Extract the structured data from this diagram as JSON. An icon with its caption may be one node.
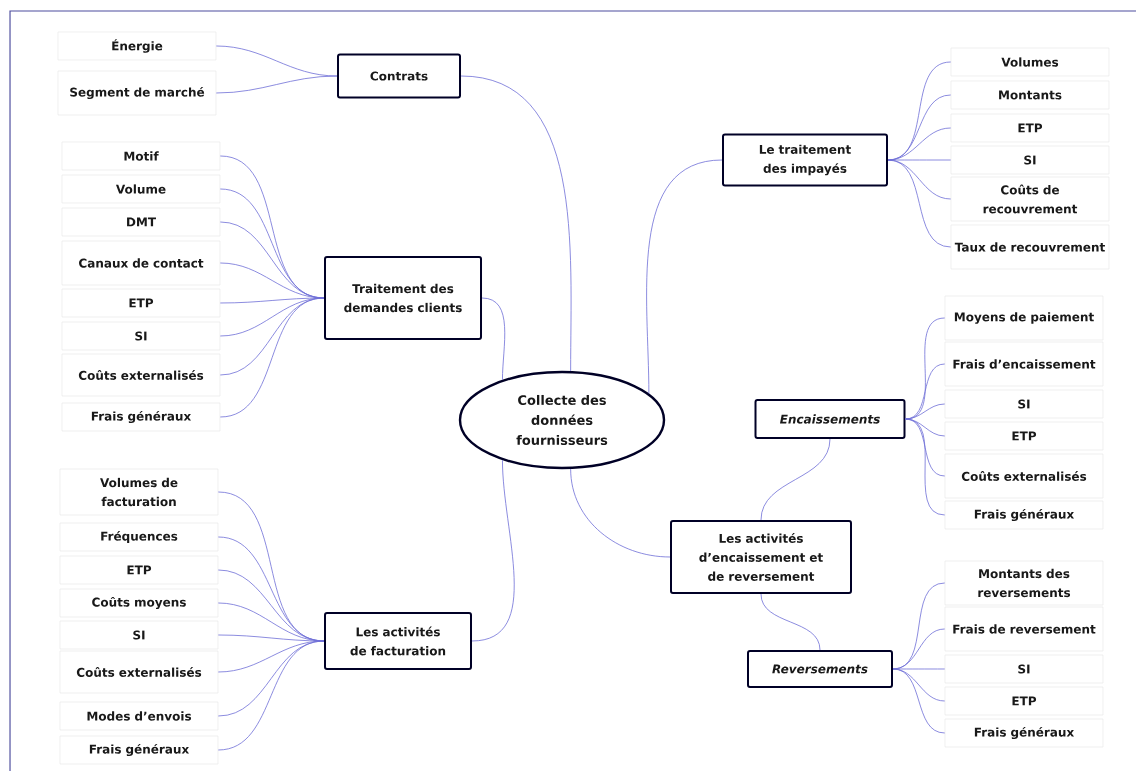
{
  "diagram": {
    "nodes": [
      {
        "text": [
          "Collecte des données fournisseurs"
        ]
      },
      {
        "text": [
          "Contrats"
        ]
      },
      {
        "text": [
          "Énergie"
        ]
      },
      {
        "text": [
          "Segment de marché"
        ]
      },
      {
        "text": [
          "Traitement des demandes clients"
        ]
      },
      {
        "text": [
          "Motif"
        ]
      },
      {
        "text": [
          "Volume"
        ]
      },
      {
        "text": [
          "DMT"
        ]
      },
      {
        "text": [
          "Canaux de contact"
        ]
      },
      {
        "text": [
          "ETP"
        ]
      },
      {
        "text": [
          "SI"
        ]
      },
      {
        "text": [
          "Coûts externalisés"
        ]
      },
      {
        "text": [
          "Frais généraux"
        ]
      },
      {
        "text": [
          "Les activités de facturation"
        ]
      },
      {
        "text": [
          "Volumes de facturation"
        ]
      },
      {
        "text": [
          "Fréquences"
        ]
      },
      {
        "text": [
          "ETP"
        ]
      },
      {
        "text": [
          "Coûts moyens"
        ]
      },
      {
        "text": [
          "SI"
        ]
      },
      {
        "text": [
          "Coûts externalisés"
        ]
      },
      {
        "text": [
          "Modes d’envois"
        ]
      },
      {
        "text": [
          "Frais généraux"
        ]
      },
      {
        "text": [
          "Le traitement des impayés"
        ]
      },
      {
        "text": [
          "Volumes"
        ]
      },
      {
        "text": [
          "Montants"
        ]
      },
      {
        "text": [
          "ETP"
        ]
      },
      {
        "text": [
          "SI"
        ]
      },
      {
        "text": [
          "Coûts de recouvrement"
        ]
      },
      {
        "text": [
          "Taux de recouvrement"
        ]
      },
      {
        "text": [
          "Les activités d’encaissement et de reversement"
        ]
      },
      {
        "text": [
          "Encaissements"
        ]
      },
      {
        "text": [
          "Moyens de paiement"
        ]
      },
      {
        "text": [
          "Frais d’encaissement"
        ]
      },
      {
        "text": [
          "SI"
        ]
      },
      {
        "text": [
          "ETP"
        ]
      },
      {
        "text": [
          "Coûts externalisés"
        ]
      },
      {
        "text": [
          "Frais généraux"
        ]
      },
      {
        "text": [
          "Reversements"
        ]
      },
      {
        "text": [
          "Montants des reversements"
        ]
      },
      {
        "text": [
          "Frais de reversement"
        ]
      },
      {
        "text": [
          "SI"
        ]
      },
      {
        "text": [
          "ETP"
        ]
      },
      {
        "text": [
          "Frais généraux"
        ]
      }
    ],
    "edges": [
      {
        "from": 0,
        "to": 1,
        "arrow": "none"
      },
      {
        "from": 0,
        "to": 4,
        "arrow": "none"
      },
      {
        "from": 0,
        "to": 13,
        "arrow": "none"
      },
      {
        "from": 0,
        "to": 22,
        "arrow": "none"
      },
      {
        "from": 0,
        "to": 29,
        "arrow": "none"
      },
      {
        "from": 1,
        "to": 2,
        "arrow": "none"
      },
      {
        "from": 1,
        "to": 3,
        "arrow": "none"
      },
      {
        "from": 4,
        "to": 5,
        "arrow": "none"
      },
      {
        "from": 4,
        "to": 6,
        "arrow": "none"
      },
      {
        "from": 4,
        "to": 7,
        "arrow": "none"
      },
      {
        "from": 4,
        "to": 8,
        "arrow": "none"
      },
      {
        "from": 4,
        "to": 9,
        "arrow": "none"
      },
      {
        "from": 4,
        "to": 10,
        "arrow": "none"
      },
      {
        "from": 4,
        "to": 11,
        "arrow": "none"
      },
      {
        "from": 4,
        "to": 12,
        "arrow": "none"
      },
      {
        "from": 13,
        "to": 14,
        "arrow": "none"
      },
      {
        "from": 13,
        "to": 15,
        "arrow": "none"
      },
      {
        "from": 13,
        "to": 16,
        "arrow": "none"
      },
      {
        "from": 13,
        "to": 17,
        "arrow": "none"
      },
      {
        "from": 13,
        "to": 18,
        "arrow": "none"
      },
      {
        "from": 13,
        "to": 19,
        "arrow": "none"
      },
      {
        "from": 13,
        "to": 20,
        "arrow": "none"
      },
      {
        "from": 13,
        "to": 21,
        "arrow": "none"
      },
      {
        "from": 22,
        "to": 23,
        "arrow": "none"
      },
      {
        "from": 22,
        "to": 24,
        "arrow": "none"
      },
      {
        "from": 22,
        "to": 25,
        "arrow": "none"
      },
      {
        "from": 22,
        "to": 26,
        "arrow": "none"
      },
      {
        "from": 22,
        "to": 27,
        "arrow": "none"
      },
      {
        "from": 22,
        "to": 28,
        "arrow": "none"
      },
      {
        "from": 29,
        "to": 30,
        "arrow": "none"
      },
      {
        "from": 29,
        "to": 37,
        "arrow": "none"
      },
      {
        "from": 30,
        "to": 31,
        "arrow": "none"
      },
      {
        "from": 30,
        "to": 32,
        "arrow": "none"
      },
      {
        "from": 30,
        "to": 33,
        "arrow": "none"
      },
      {
        "from": 30,
        "to": 34,
        "arrow": "none"
      },
      {
        "from": 30,
        "to": 35,
        "arrow": "none"
      },
      {
        "from": 30,
        "to": 36,
        "arrow": "none"
      },
      {
        "from": 37,
        "to": 38,
        "arrow": "none"
      },
      {
        "from": 37,
        "to": 39,
        "arrow": "none"
      },
      {
        "from": 37,
        "to": 40,
        "arrow": "none"
      },
      {
        "from": 37,
        "to": 41,
        "arrow": "none"
      },
      {
        "from": 37,
        "to": 42,
        "arrow": "none"
      }
    ]
  }
}
